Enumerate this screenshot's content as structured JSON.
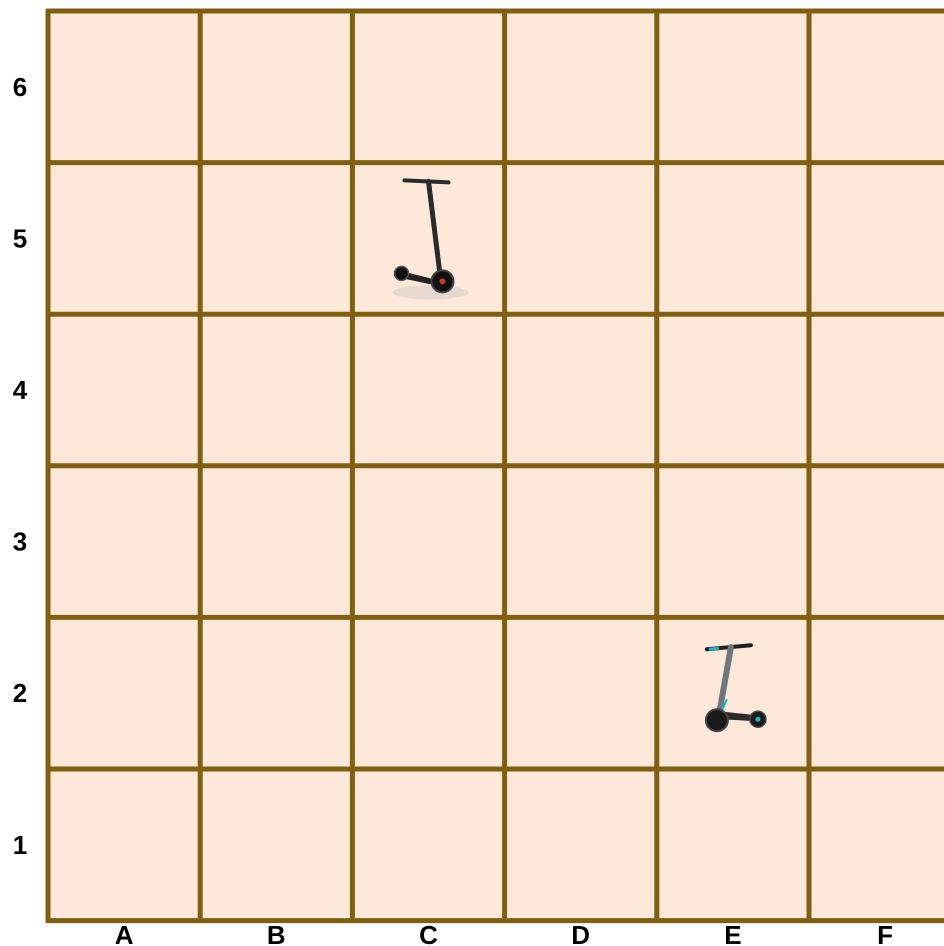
{
  "board": {
    "columns": [
      "A",
      "B",
      "C",
      "D",
      "E",
      "F"
    ],
    "rows": [
      "1",
      "2",
      "3",
      "4",
      "5",
      "6"
    ],
    "cell_color": "#fde8da",
    "line_color": "#805f10",
    "label_color": "#000000"
  },
  "pieces": [
    {
      "name": "scooter-black",
      "icon": "electric-scooter-icon",
      "cell": "C5",
      "deck_color": "#222222",
      "stem_color": "#2b2b2b",
      "accent_color": "#c0392b"
    },
    {
      "name": "scooter-grey-teal",
      "icon": "electric-scooter-icon",
      "cell": "E2",
      "deck_color": "#2a2a2a",
      "stem_color": "#6f777d",
      "accent_color": "#19b5c9"
    }
  ]
}
